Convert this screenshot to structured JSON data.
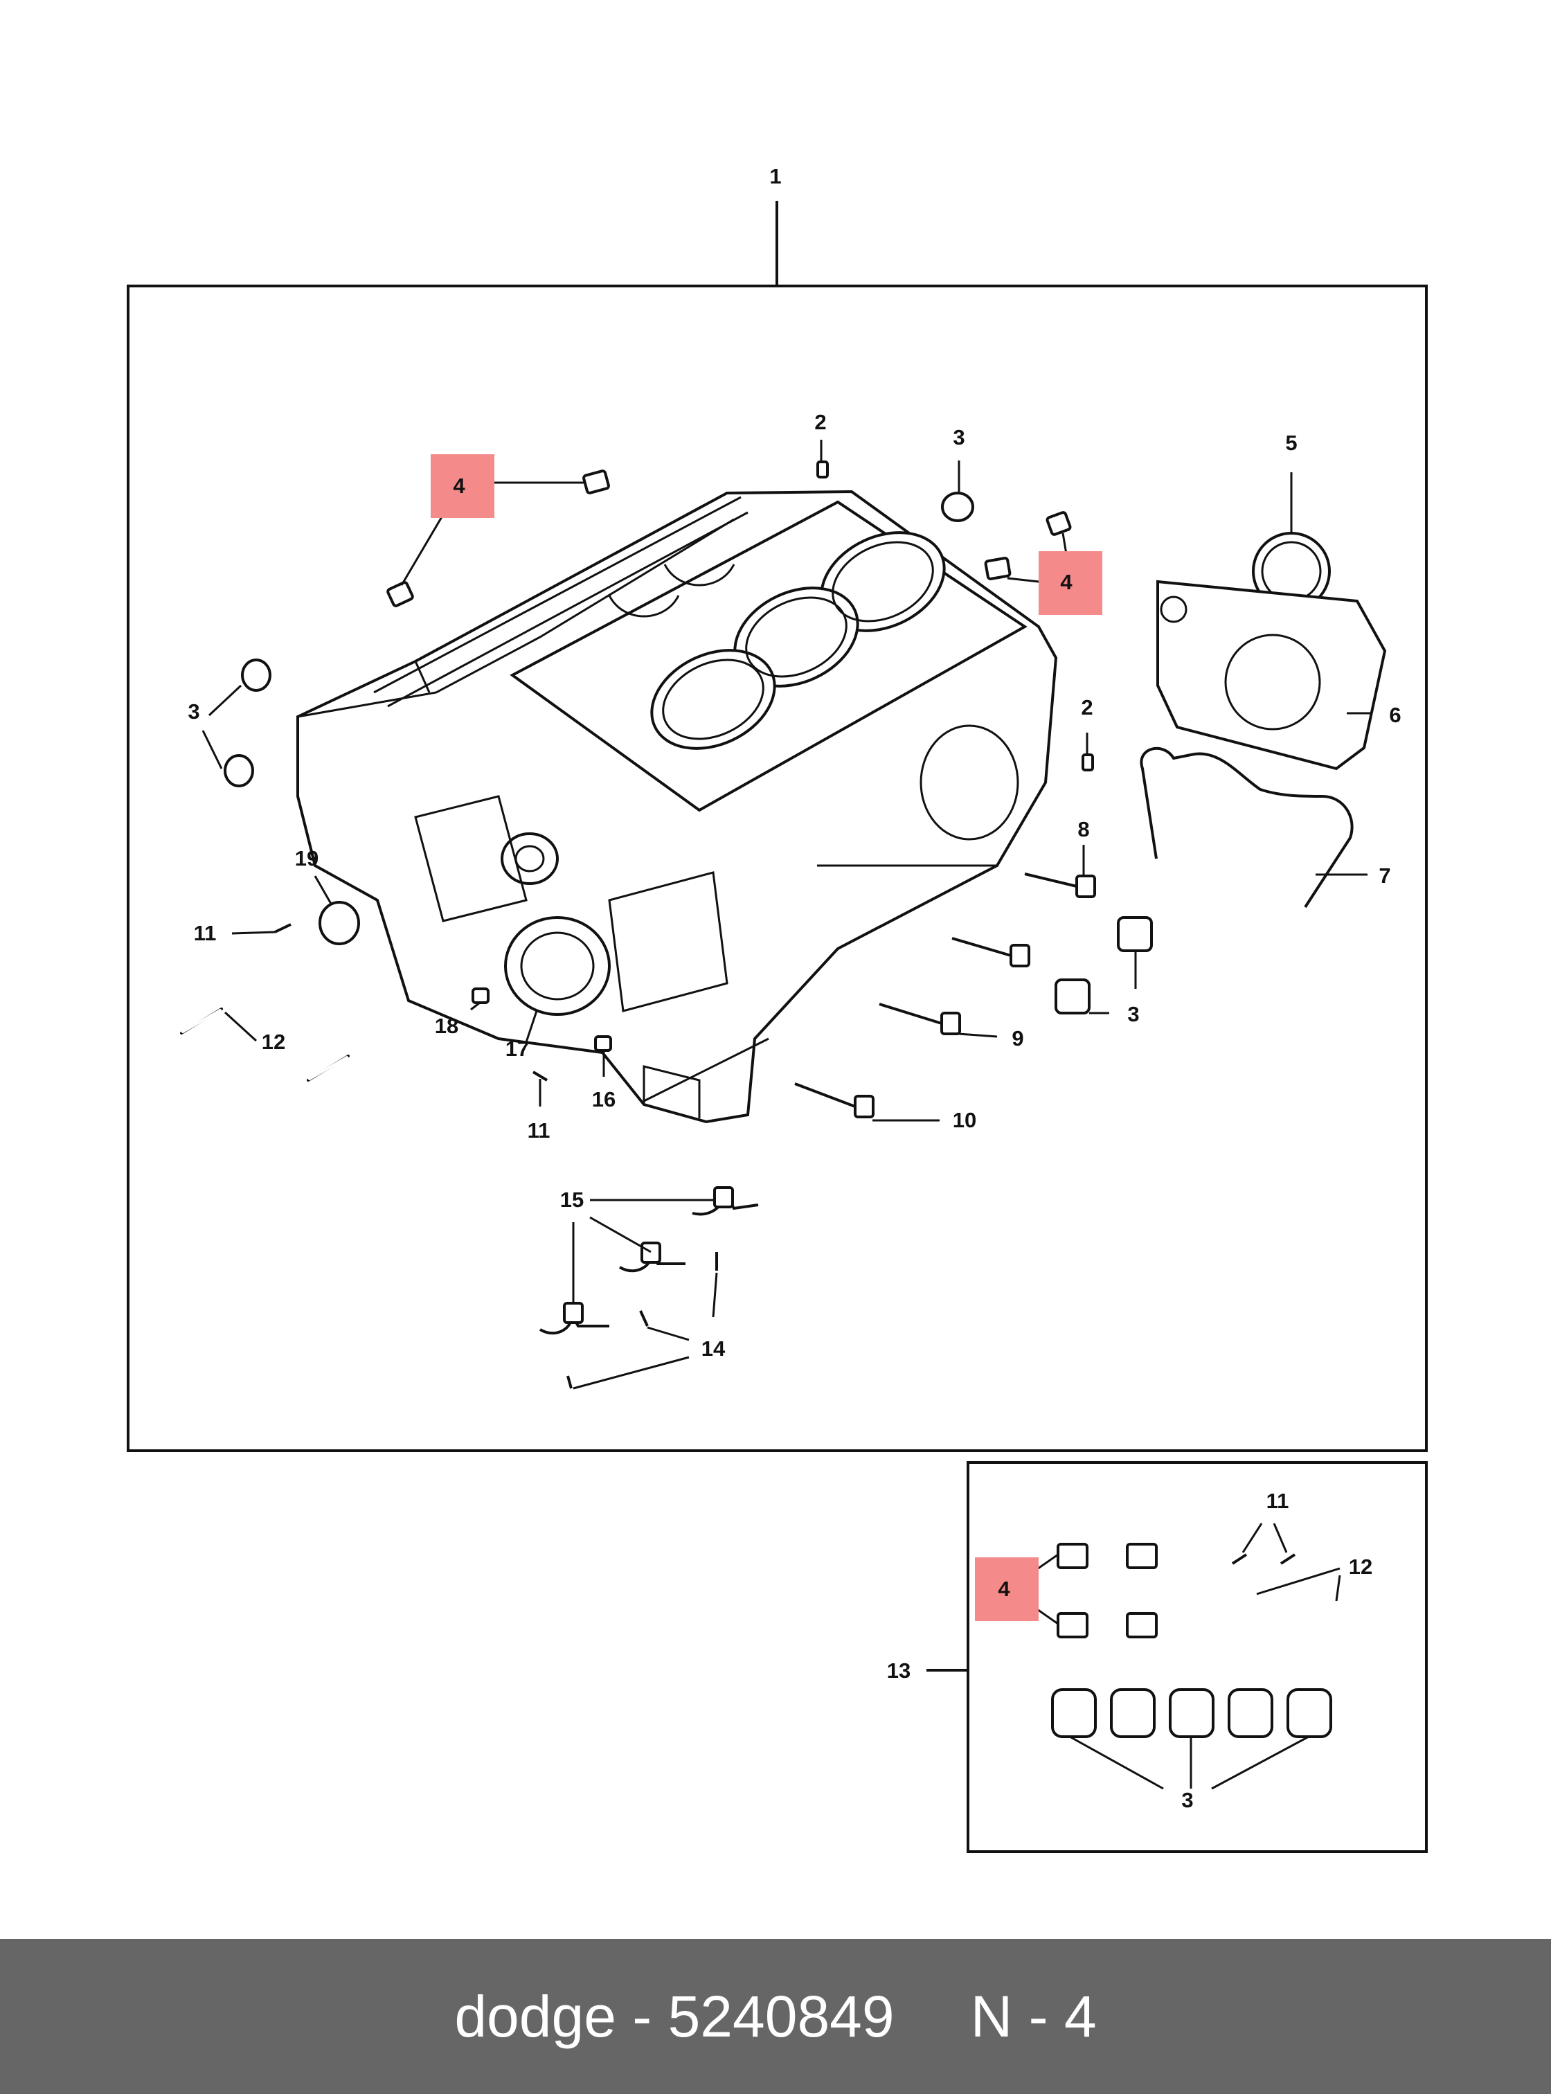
{
  "footer": {
    "brand": "dodge",
    "separator": "-",
    "part_number": "5240849",
    "reference": "N - 4"
  },
  "highlight_color": "#f48a8a",
  "footer_bg_color": "#666666",
  "callouts": {
    "c1": "1",
    "c2a": "2",
    "c2b": "2",
    "c3a": "3",
    "c3b": "3",
    "c3c": "3",
    "c3d": "3",
    "c4a": "4",
    "c4b": "4",
    "c4c": "4",
    "c5": "5",
    "c6": "6",
    "c7": "7",
    "c8": "8",
    "c9": "9",
    "c10": "10",
    "c11a": "11",
    "c11b": "11",
    "c11c": "11",
    "c12a": "12",
    "c12b": "12",
    "c13": "13",
    "c14": "14",
    "c15": "15",
    "c16": "16",
    "c17": "17",
    "c18": "18",
    "c19": "19"
  }
}
